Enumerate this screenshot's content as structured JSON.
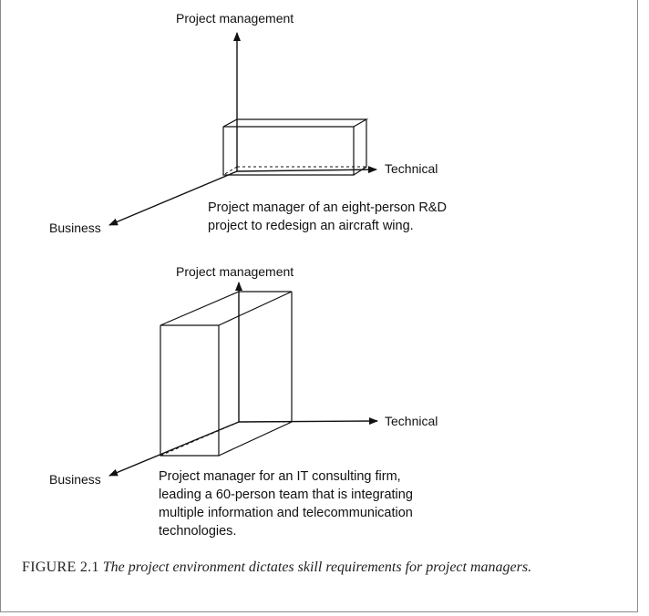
{
  "diagrams": [
    {
      "axes": {
        "vertical": "Project management",
        "horizontal": "Technical",
        "diagonal": "Business"
      },
      "description": [
        "Project manager of an eight-person R&D",
        "project to redesign an aircraft wing."
      ]
    },
    {
      "axes": {
        "vertical": "Project management",
        "horizontal": "Technical",
        "diagonal": "Business"
      },
      "description": [
        "Project manager for an IT consulting firm,",
        "leading a 60-person team that is integrating",
        "multiple information and telecommunication",
        "technologies."
      ]
    }
  ],
  "caption": {
    "label": "FIGURE 2.1",
    "text": "The project environment dictates skill requirements for project managers."
  }
}
